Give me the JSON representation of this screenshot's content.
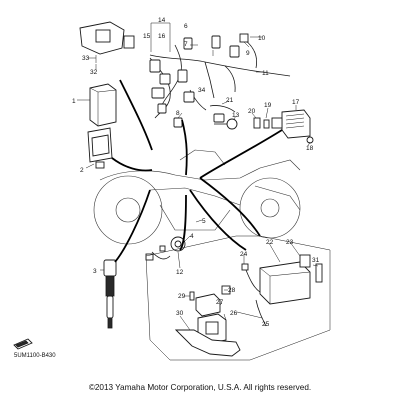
{
  "callouts": [
    "1",
    "2",
    "3",
    "4",
    "5",
    "6",
    "7",
    "8",
    "9",
    "10",
    "11",
    "12",
    "13",
    "14",
    "15",
    "16",
    "17",
    "18",
    "19",
    "20",
    "21",
    "22",
    "23",
    "24",
    "25",
    "26",
    "27",
    "28",
    "29",
    "30",
    "31",
    "32",
    "33",
    "34"
  ],
  "diagram_code": "5UM1100-B430",
  "copyright": "©2013 Yamaha Motor Corporation, U.S.A. All rights reserved."
}
